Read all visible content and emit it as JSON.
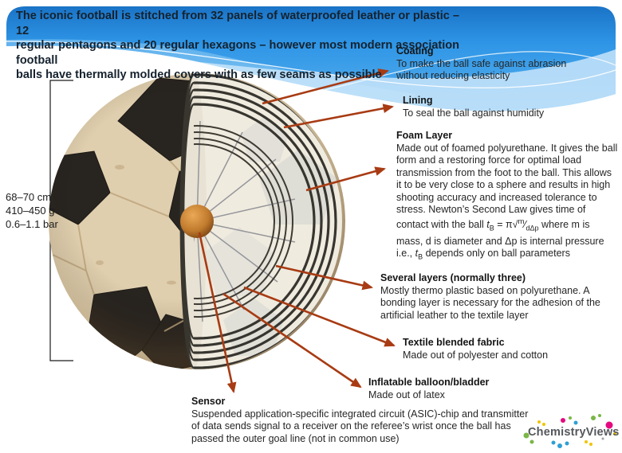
{
  "header": {
    "lines": [
      "The iconic football is stitched from 32 panels of waterproofed leather or plastic – 12",
      "regular pentagons and 20 regular hexagons – however most modern association football",
      "balls have thermally molded covers with as few seams as possible"
    ]
  },
  "specs": {
    "lines": [
      "68–70 cm",
      "410–450 g",
      "0.6–1.1 bar"
    ]
  },
  "labels": {
    "coating": {
      "title": "Coating",
      "body": "To make the ball safe against abrasion without reducing elasticity"
    },
    "lining": {
      "title": "Lining",
      "body": "To seal the ball against humidity"
    },
    "foam": {
      "title": "Foam Layer",
      "body_pre": "Made out of foamed polyurethane. It gives the ball form and a restoring force for optimal load transmission from the foot to the ball. This allows it to be very close to a sphere and results in high shooting accuracy and increased tolerance to stress. Newton’s Second Law gives time of contact with the ball ",
      "f_t": "t",
      "f_tsub": "B",
      "f_eq": " = π",
      "f_root": "√",
      "f_num": "m",
      "f_slash": "⁄",
      "f_den": "dΔp",
      "body_mid": " where m is mass, d is diameter and Δp is internal pressure i.e., ",
      "f_t2": "t",
      "f_t2sub": "B",
      "body_end": " depends only on ball parameters"
    },
    "several": {
      "title": "Several layers (normally three)",
      "body": "Mostly thermo plastic based on polyurethane. A bonding layer is necessary for the adhesion of the artificial leather to the textile layer"
    },
    "textile": {
      "title": "Textile blended fabric",
      "body": "Made out of polyester and cotton"
    },
    "bladder": {
      "title": "Inflatable balloon/bladder",
      "body": "Made out of latex"
    },
    "sensor": {
      "title": "Sensor",
      "body": "Suspended application-specific integrated circuit (ASIC)-chip and transmitter of data sends signal to a receiver on the referee’s wrist once the ball has passed the outer goal line (not in common use)"
    }
  },
  "logo": {
    "text": "ChemistryViews"
  },
  "colors": {
    "accent_arrow": "#a83b13",
    "wave_blue": "#2a8fdc",
    "heading_text": "#141414",
    "body_text": "#262626",
    "logo_text": "#55575c",
    "logo_dot_green": "#7ab648",
    "logo_dot_magenta": "#e5097f",
    "logo_dot_blue": "#2e9fd4",
    "logo_dot_yellow": "#f0c400"
  }
}
